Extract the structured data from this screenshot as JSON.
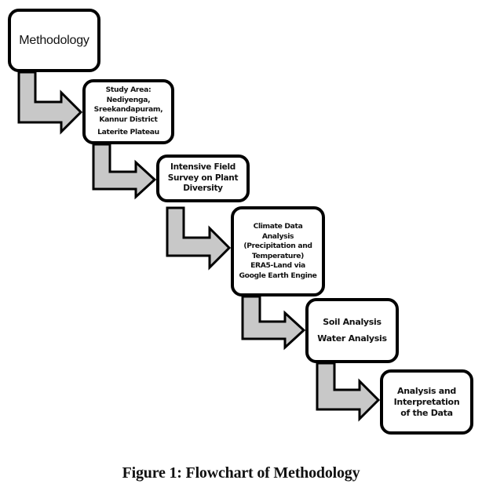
{
  "diagram": {
    "type": "staircase-flowchart",
    "colors": {
      "box_border": "#000000",
      "box_fill": "#ffffff",
      "arrow_fill": "#c8c8c8",
      "arrow_stroke": "#000000"
    },
    "steps": [
      {
        "id": "methodology",
        "lines": [
          "Methodology"
        ]
      },
      {
        "id": "study-area",
        "lines": [
          "Study Area:",
          "Nediyenga,",
          "Sreekandapuram,",
          "Kannur District",
          "Laterite Plateau"
        ]
      },
      {
        "id": "field-survey",
        "lines": [
          "Intensive Field",
          "Survey on Plant",
          "Diversity"
        ]
      },
      {
        "id": "climate-data",
        "lines": [
          "Climate Data",
          "Analysis",
          "(Precipitation and",
          "Temperature)",
          "ERA5-Land via",
          "Google Earth Engine"
        ]
      },
      {
        "id": "soil-water",
        "lines": [
          "Soil Analysis",
          "Water Analysis"
        ]
      },
      {
        "id": "analysis-interpretation",
        "lines": [
          "Analysis and",
          "Interpretation",
          "of the Data"
        ]
      }
    ],
    "connectors": [
      {
        "from": "methodology",
        "to": "study-area",
        "shape": "L-arrow"
      },
      {
        "from": "study-area",
        "to": "field-survey",
        "shape": "L-arrow"
      },
      {
        "from": "field-survey",
        "to": "climate-data",
        "shape": "L-arrow"
      },
      {
        "from": "climate-data",
        "to": "soil-water",
        "shape": "L-arrow"
      },
      {
        "from": "soil-water",
        "to": "analysis-interpretation",
        "shape": "L-arrow"
      }
    ]
  },
  "caption": "Figure 1: Flowchart of Methodology"
}
